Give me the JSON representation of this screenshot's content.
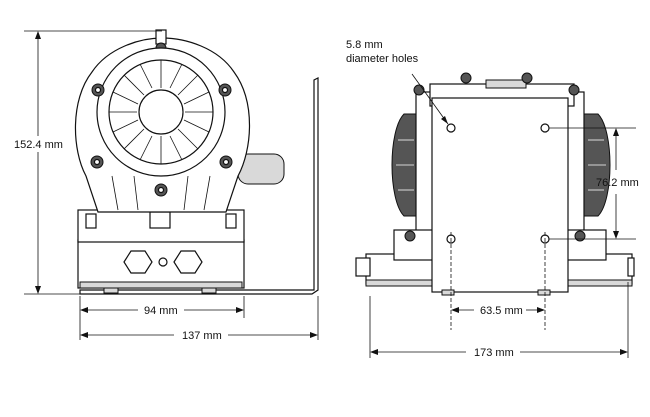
{
  "dimensions": {
    "height_label": "152.4 mm",
    "width_inner_label": "94 mm",
    "width_total_label": "137 mm",
    "holes_label_line1": "5.8 mm",
    "holes_label_line2": "diameter holes",
    "vertical_spacing_label": "76.2 mm",
    "horizontal_spacing_label": "63.5 mm",
    "depth_total_label": "173 mm"
  }
}
